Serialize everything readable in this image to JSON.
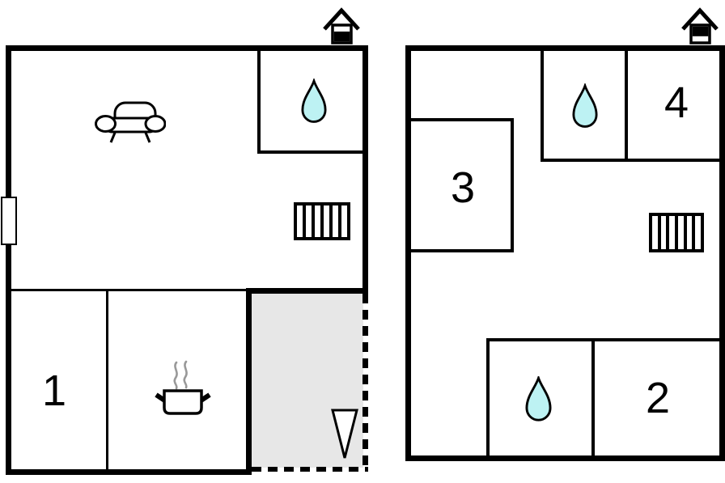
{
  "document": {
    "kind": "vacation-home-floor-plan",
    "background": "#ffffff"
  },
  "colors": {
    "wall": "#000000",
    "terrace_fill": "#e7e7e7",
    "water_drop_fill": "#bdf2f3",
    "steam": "#999999"
  },
  "ground_floor": {
    "house_icon": "house-ground-floor-icon",
    "room_labels": {
      "room1": "1"
    },
    "features": [
      "sofa-icon",
      "water-drop-icon",
      "stairs-icon",
      "cooking-pot-icon",
      "steam-icon",
      "entrance-arrow-icon",
      "door-window-marker",
      "terrace-area"
    ]
  },
  "upper_floor": {
    "house_icon": "house-upper-floor-icon",
    "room_labels": {
      "room2": "2",
      "room3": "3",
      "room4": "4"
    },
    "features": [
      "water-drop-icon",
      "water-drop-icon",
      "stairs-icon"
    ]
  }
}
